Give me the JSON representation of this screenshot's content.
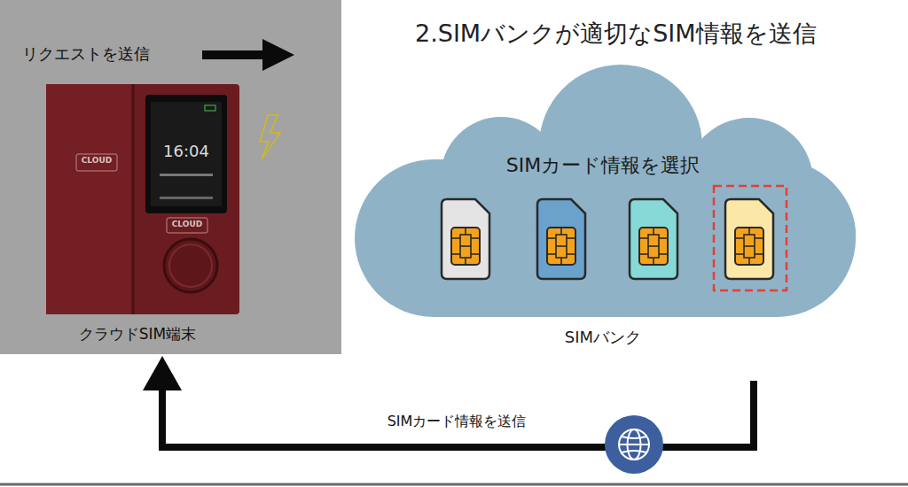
{
  "diagram": {
    "title": "2.SIMバンクが適切なSIM情報を送信",
    "nodes": [
      {
        "text": [
          "SIMカード情報を選択",
          "SIMバンク"
        ]
      },
      {
        "text": [
          "クラウドSIM端末"
        ]
      }
    ],
    "edges": [
      {
        "from": 0,
        "to": 1,
        "arrow": "to",
        "label": "SIMカード情報を送信"
      }
    ],
    "labels": [
      "リクエストを送信",
      "16:04",
      "CLOUD",
      "CLOUD"
    ]
  }
}
